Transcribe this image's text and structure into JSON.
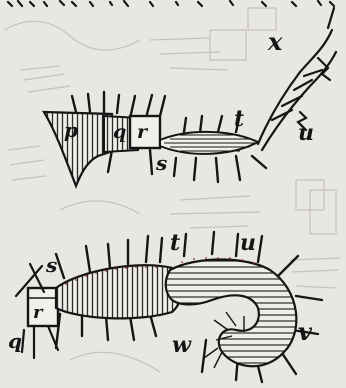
{
  "colors": {
    "paper": "#e9e7e1",
    "ink": "#141414",
    "faint": "#a9a8a3"
  },
  "upper_figure": {
    "labels": {
      "x": "x",
      "p": "p",
      "q": "q",
      "r": "r",
      "s": "s",
      "t": "t",
      "u": "u"
    }
  },
  "lower_figure": {
    "labels": {
      "q": "q",
      "r": "r",
      "s": "s",
      "t": "t",
      "u": "u",
      "w": "w",
      "v": "v"
    }
  }
}
